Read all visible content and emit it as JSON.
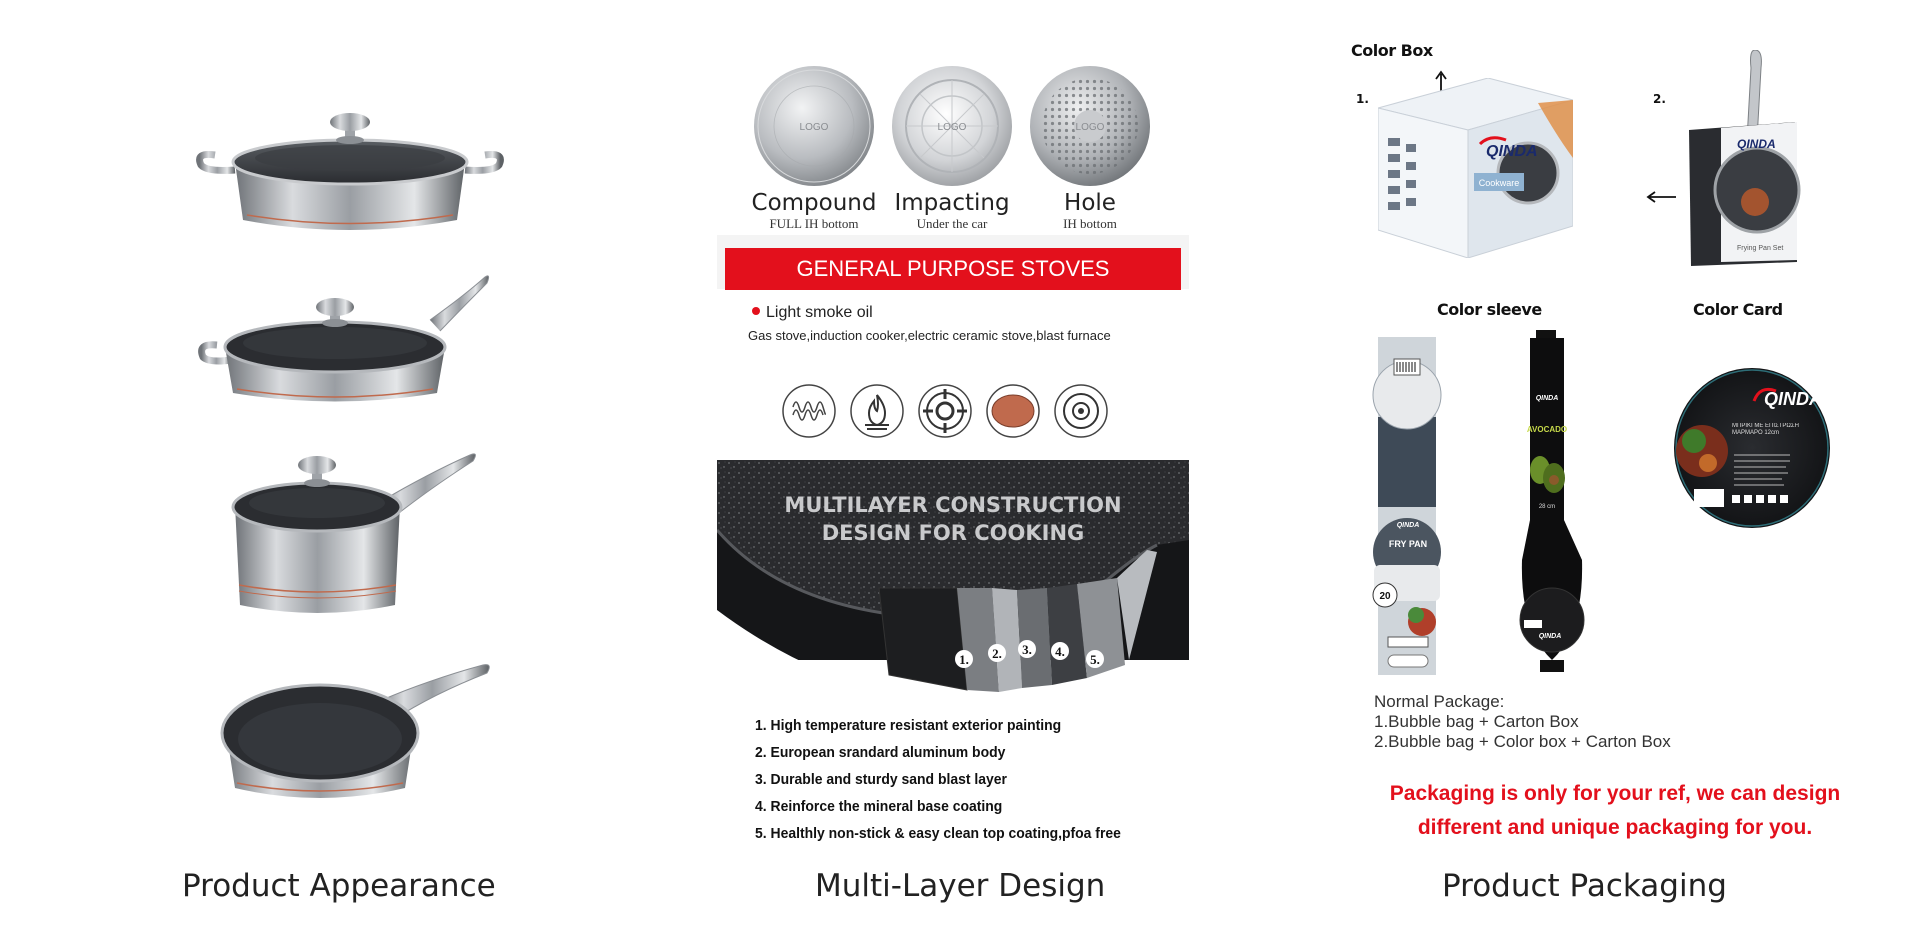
{
  "columns": {
    "appearance": {
      "caption": "Product Appearance"
    },
    "multilayer": {
      "caption": "Multi-Layer Design"
    },
    "packaging": {
      "caption": "Product Packaging"
    }
  },
  "bottoms": [
    {
      "title": "Compound",
      "sub": "FULL IH bottom",
      "logo": "LOGO"
    },
    {
      "title": "Impacting",
      "sub": "Under the car",
      "logo": "LOGO"
    },
    {
      "title": "Hole",
      "sub": "IH bottom",
      "logo": "LOGO"
    }
  ],
  "stoves": {
    "banner": "GENERAL PURPOSE STOVES",
    "bullet": "Light smoke oil",
    "compatible": "Gas stove,induction cooker,electric ceramic stove,blast furnace",
    "icons": [
      "induction-coil-icon",
      "flame-icon",
      "gas-burner-icon",
      "ceramic-plate-icon",
      "hob-icon"
    ]
  },
  "layers": {
    "headline_1": "MULTILAYER CONSTRUCTION",
    "headline_2": "DESIGN FOR COOKING",
    "markers": [
      "1.",
      "2.",
      "3.",
      "4.",
      "5."
    ],
    "items": [
      "1. High temperature resistant exterior painting",
      "2. European srandard aluminum body",
      "3. Durable and sturdy sand blast layer",
      "4. Reinforce the mineral base coating",
      "5. Healthly non-stick & easy clean top coating,pfoa free"
    ]
  },
  "packaging": {
    "color_box": "Color Box",
    "color_sleeve": "Color sleeve",
    "color_card": "Color Card",
    "num_1": "1.",
    "num_2": "2.",
    "brand": "QINDA",
    "box_tag": "Cookware",
    "pan_box_caption": "Frying Pan Set",
    "sleeve_left_title": "FRY PAN",
    "sleeve_left_size": "20",
    "sleeve_right_title": "AVOCADO",
    "sleeve_right_size": "28 cm",
    "card_greek": "ΜΠΡΙΚΙ ΜΕ ΕΠΙΣΤΡΩΣΗ ΜΑΡΜΑΡΟ 12cm",
    "normal_title": "Normal Package:",
    "normal_1": "1.Bubble bag + Carton Box",
    "normal_2": "2.Bubble bag + Color box + Carton Box",
    "notice_1": "Packaging is only for your ref, we can design",
    "notice_2": "different and unique packaging for you."
  },
  "colors": {
    "accent_red": "#e3101c",
    "steel": "#b9bcc0",
    "dark_coating": "#2b2d31",
    "copper": "#c06a4d"
  }
}
